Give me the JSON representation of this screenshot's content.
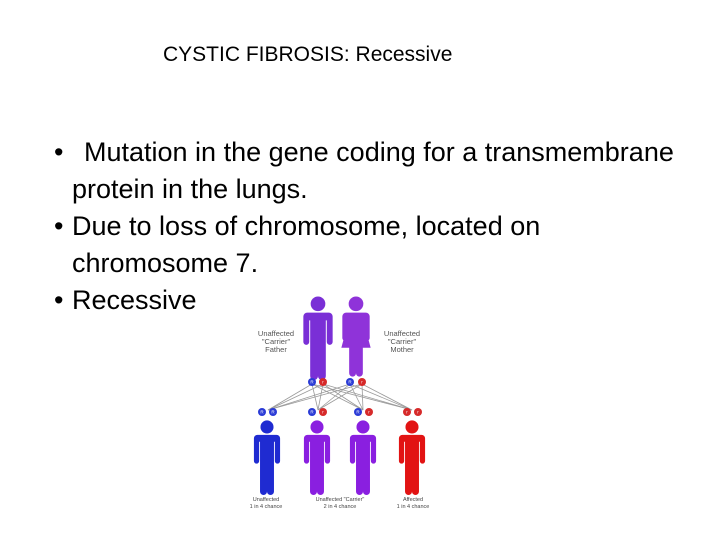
{
  "slide": {
    "title": "CYSTIC FIBROSIS: Recessive",
    "bullets": [
      {
        "marker": "•",
        "text": "Mutation in the gene coding for a transmembrane protein in the lungs."
      },
      {
        "marker": "•",
        "text": "Due to loss of chromosome, located on chromosome 7."
      },
      {
        "marker": "•",
        "text": "Recessive"
      }
    ]
  },
  "diagram": {
    "parents": [
      {
        "label_line1": "Unaffected",
        "label_line2": "\"Carrier\"",
        "label_line3": "Father"
      },
      {
        "label_line1": "Unaffected",
        "label_line2": "\"Carrier\"",
        "label_line3": "Mother"
      }
    ],
    "parent_alleles": [
      "R",
      "r",
      "R",
      "r"
    ],
    "child_alleles": [
      "R",
      "R",
      "R",
      "r",
      "R",
      "r",
      "r",
      "r"
    ],
    "children": [
      {
        "label": "Unaffected",
        "chance": "1 in 4 chance"
      },
      {
        "label": "Unaffected \"Carrier\"",
        "chance": "2 in 4 chance"
      },
      {
        "label": "Affected",
        "chance": "1 in 4 chance"
      }
    ],
    "colors": {
      "father": "#7a2fd6",
      "mother": "#8f33d9",
      "unaffected": "#1f2bd1",
      "carrier": "#8a1fe0",
      "affected": "#e21313",
      "line": "#9a9a9a"
    }
  }
}
